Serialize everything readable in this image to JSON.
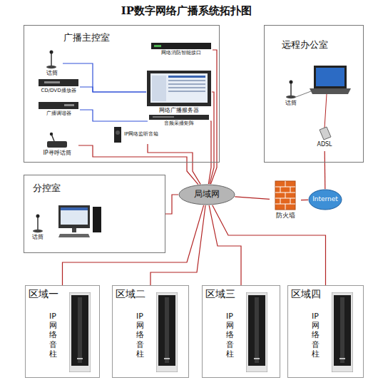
{
  "diagram": {
    "title": "IP数字网络广播系统拓扑图",
    "nodes": [
      {
        "text": [
          "广播主控室"
        ]
      },
      {
        "text": [
          "话筒"
        ],
        "in": 0
      },
      {
        "text": [
          "网络消防智能接口"
        ],
        "in": 0
      },
      {
        "text": [
          "网络广播服务器"
        ],
        "in": 0
      },
      {
        "text": [
          "CD/DVD播放器"
        ],
        "in": 0
      },
      {
        "text": [
          "广播调谐器"
        ],
        "in": 0
      },
      {
        "text": [
          "音频采播矩阵"
        ],
        "in": 0
      },
      {
        "text": [
          "IP网络监听音箱"
        ],
        "in": 0
      },
      {
        "text": [
          "IP寻呼话筒"
        ],
        "in": 0
      },
      {
        "text": [
          "远程办公室"
        ]
      },
      {
        "text": [
          "话筒"
        ],
        "in": 9
      },
      {
        "text": [
          "ADSL"
        ],
        "in": 9
      },
      {
        "text": [
          "分控室"
        ]
      },
      {
        "text": [
          "话筒"
        ],
        "in": 12
      },
      {
        "text": [
          "局域网"
        ]
      },
      {
        "text": [
          "防火墙"
        ]
      },
      {
        "text": [
          "Internet"
        ]
      },
      {
        "text": [
          "区域一",
          "IP 网 络 音 柱"
        ]
      },
      {
        "text": [
          "区域二",
          "IP 网 络 音 柱"
        ]
      },
      {
        "text": [
          "区域三",
          "IP 网 络 音 柱"
        ]
      },
      {
        "text": [
          "区域四",
          "IP 网 络 音 柱"
        ]
      }
    ],
    "edges": [
      {
        "from": 1,
        "to": 3,
        "arrow": "none"
      },
      {
        "from": 4,
        "to": 3,
        "arrow": "none"
      },
      {
        "from": 5,
        "to": 6,
        "arrow": "none"
      },
      {
        "from": 2,
        "to": 14,
        "arrow": "none"
      },
      {
        "from": 3,
        "to": 14,
        "arrow": "none"
      },
      {
        "from": 6,
        "to": 14,
        "arrow": "none"
      },
      {
        "from": 7,
        "to": 14,
        "arrow": "none"
      },
      {
        "from": 8,
        "to": 14,
        "arrow": "none"
      },
      {
        "from": 12,
        "to": 14,
        "arrow": "none"
      },
      {
        "from": 14,
        "to": 15,
        "arrow": "none"
      },
      {
        "from": 15,
        "to": 16,
        "arrow": "none"
      },
      {
        "from": 16,
        "to": 11,
        "arrow": "none"
      },
      {
        "from": 14,
        "to": 17,
        "arrow": "none"
      },
      {
        "from": 14,
        "to": 18,
        "arrow": "none"
      },
      {
        "from": 14,
        "to": 19,
        "arrow": "none"
      },
      {
        "from": 14,
        "to": 20,
        "arrow": "none"
      }
    ]
  }
}
